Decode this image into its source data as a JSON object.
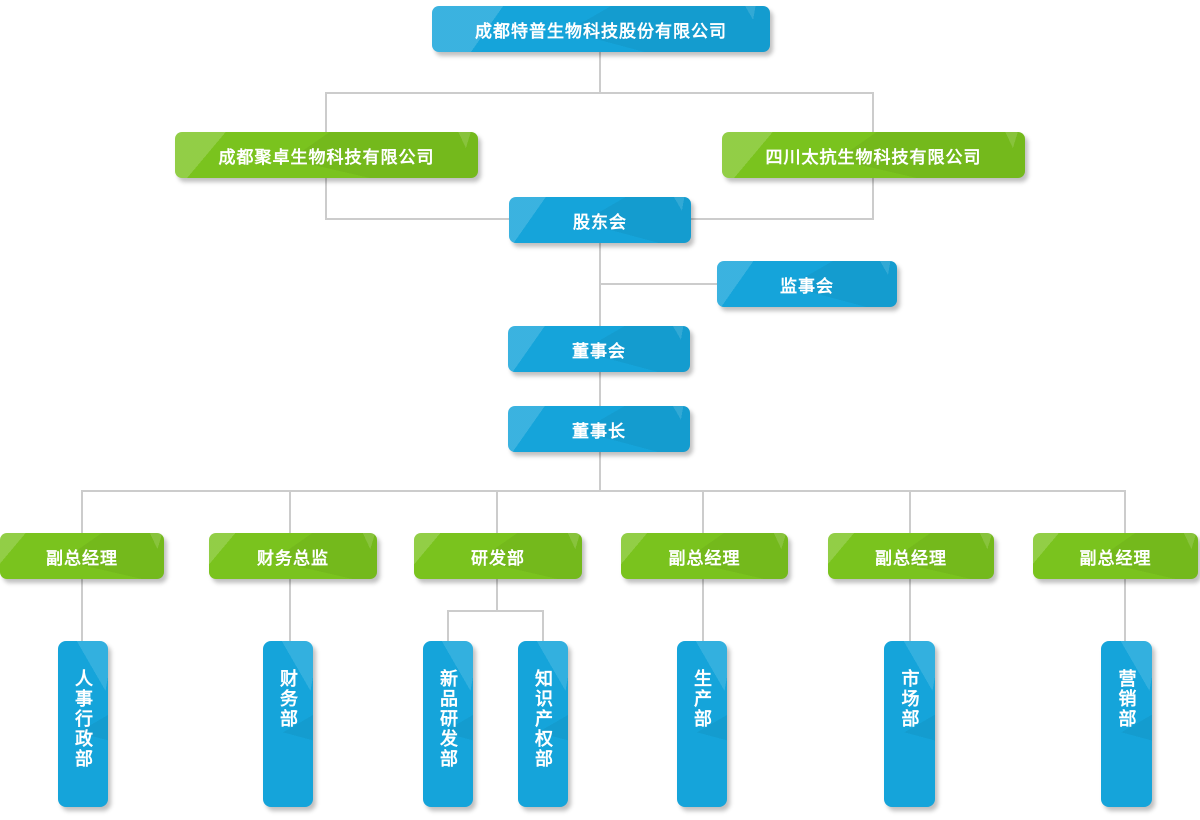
{
  "org": {
    "root": "成都特普生物科技股份有限公司",
    "subsidiary_left": "成都聚卓生物科技有限公司",
    "subsidiary_right": "四川太抗生物科技有限公司",
    "shareholders": "股东会",
    "supervisory_board": "监事会",
    "board_of_directors": "董事会",
    "chairman": "董事长",
    "managers": [
      "副总经理",
      "财务总监",
      "研发部",
      "副总经理",
      "副总经理",
      "副总经理"
    ],
    "departments": [
      "人事行政部",
      "财务部",
      "新品研发部",
      "知识产权部",
      "生产部",
      "市场部",
      "营销部"
    ],
    "colors": {
      "node_blue": "#15a4da",
      "node_green": "#7ac31e",
      "connector": "#cccccc",
      "text": "#ffffff"
    }
  }
}
